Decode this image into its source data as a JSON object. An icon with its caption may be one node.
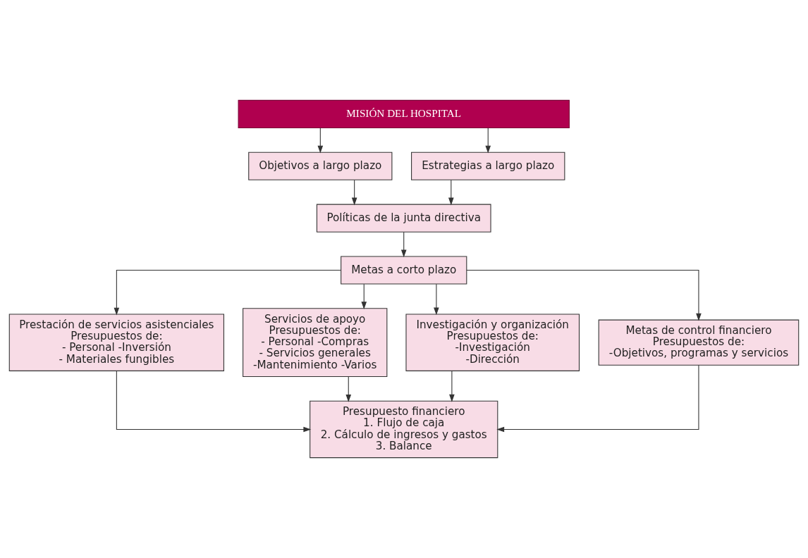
{
  "diagram": {
    "nodes": [
      {
        "text": [
          "MISIÓN DEL HOSPITAL"
        ]
      },
      {
        "text": [
          "Objetivos a largo plazo"
        ]
      },
      {
        "text": [
          "Estrategias a largo plazo"
        ]
      },
      {
        "text": [
          "Políticas de la junta directiva"
        ]
      },
      {
        "text": [
          "Metas a corto plazo"
        ]
      },
      {
        "text": [
          "Prestación de servicios asistenciales",
          "Presupuestos de:",
          "- Personal -Inversión",
          "- Materiales fungibles"
        ]
      },
      {
        "text": [
          "Servicios de apoyo",
          "Presupuestos de:",
          "- Personal -Compras",
          "- Servicios generales",
          "-Mantenimiento -Varios"
        ]
      },
      {
        "text": [
          "Investigación y organización",
          "Presupuestos de:",
          "-Investigación",
          "-Dirección"
        ]
      },
      {
        "text": [
          "Metas de control financiero",
          "Presupuestos de:",
          "-Objetivos, programas y servicios"
        ]
      },
      {
        "text": [
          "Presupuesto financiero",
          "1. Flujo de caja",
          "2. Cálculo de ingresos y gastos",
          "3. Balance"
        ]
      }
    ],
    "edges": [
      {
        "from": 0,
        "to": 1,
        "arrow": "to"
      },
      {
        "from": 0,
        "to": 2,
        "arrow": "to"
      },
      {
        "from": 1,
        "to": 3,
        "arrow": "to"
      },
      {
        "from": 2,
        "to": 3,
        "arrow": "to"
      },
      {
        "from": 3,
        "to": 4,
        "arrow": "to"
      },
      {
        "from": 4,
        "to": 5,
        "arrow": "to"
      },
      {
        "from": 4,
        "to": 6,
        "arrow": "to"
      },
      {
        "from": 4,
        "to": 7,
        "arrow": "to"
      },
      {
        "from": 4,
        "to": 8,
        "arrow": "to"
      },
      {
        "from": 5,
        "to": 9,
        "arrow": "to"
      },
      {
        "from": 6,
        "to": 9,
        "arrow": "to"
      },
      {
        "from": 7,
        "to": 9,
        "arrow": "to"
      },
      {
        "from": 8,
        "to": 9,
        "arrow": "to"
      }
    ]
  }
}
